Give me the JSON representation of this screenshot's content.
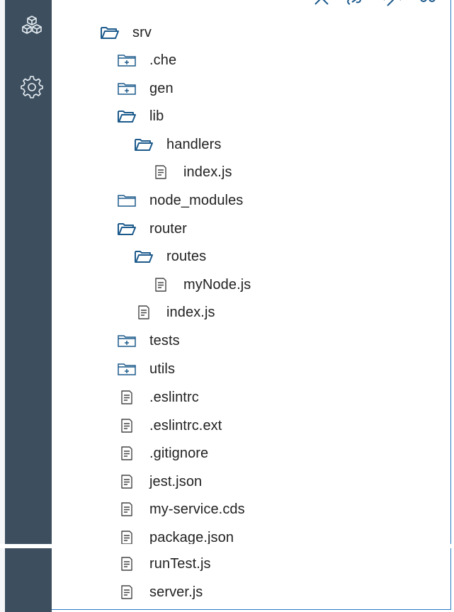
{
  "activity_bar": {
    "icons": [
      {
        "name": "packages-icon"
      },
      {
        "name": "gear-icon"
      }
    ]
  },
  "colors": {
    "sidebar": "#3d4f5f",
    "folder_icon": "#1c5a8c",
    "file_icon": "#444444",
    "panel_border": "#2b78c4"
  },
  "tree": {
    "items": [
      {
        "label": "srv",
        "icon": "folder-open-icon"
      },
      {
        "label": ".che",
        "icon": "folder-collapsed-plus-icon"
      },
      {
        "label": "gen",
        "icon": "folder-collapsed-plus-icon"
      },
      {
        "label": "lib",
        "icon": "folder-open-icon"
      },
      {
        "label": "handlers",
        "icon": "folder-open-icon"
      },
      {
        "label": "index.js",
        "icon": "file-icon"
      },
      {
        "label": "node_modules",
        "icon": "folder-empty-icon"
      },
      {
        "label": "router",
        "icon": "folder-open-icon"
      },
      {
        "label": "routes",
        "icon": "folder-open-icon"
      },
      {
        "label": "myNode.js",
        "icon": "file-icon"
      },
      {
        "label": "index.js",
        "icon": "file-icon"
      },
      {
        "label": "tests",
        "icon": "folder-collapsed-plus-icon"
      },
      {
        "label": "utils",
        "icon": "folder-collapsed-plus-icon"
      },
      {
        "label": ".eslintrc",
        "icon": "file-icon"
      },
      {
        "label": ".eslintrc.ext",
        "icon": "file-icon"
      },
      {
        "label": ".gitignore",
        "icon": "file-icon"
      },
      {
        "label": "jest.json",
        "icon": "file-icon"
      },
      {
        "label": "my-service.cds",
        "icon": "file-icon"
      },
      {
        "label": "package.json",
        "icon": "file-icon"
      },
      {
        "label": "runTest.js",
        "icon": "file-icon"
      },
      {
        "label": "server.js",
        "icon": "file-icon"
      }
    ]
  }
}
